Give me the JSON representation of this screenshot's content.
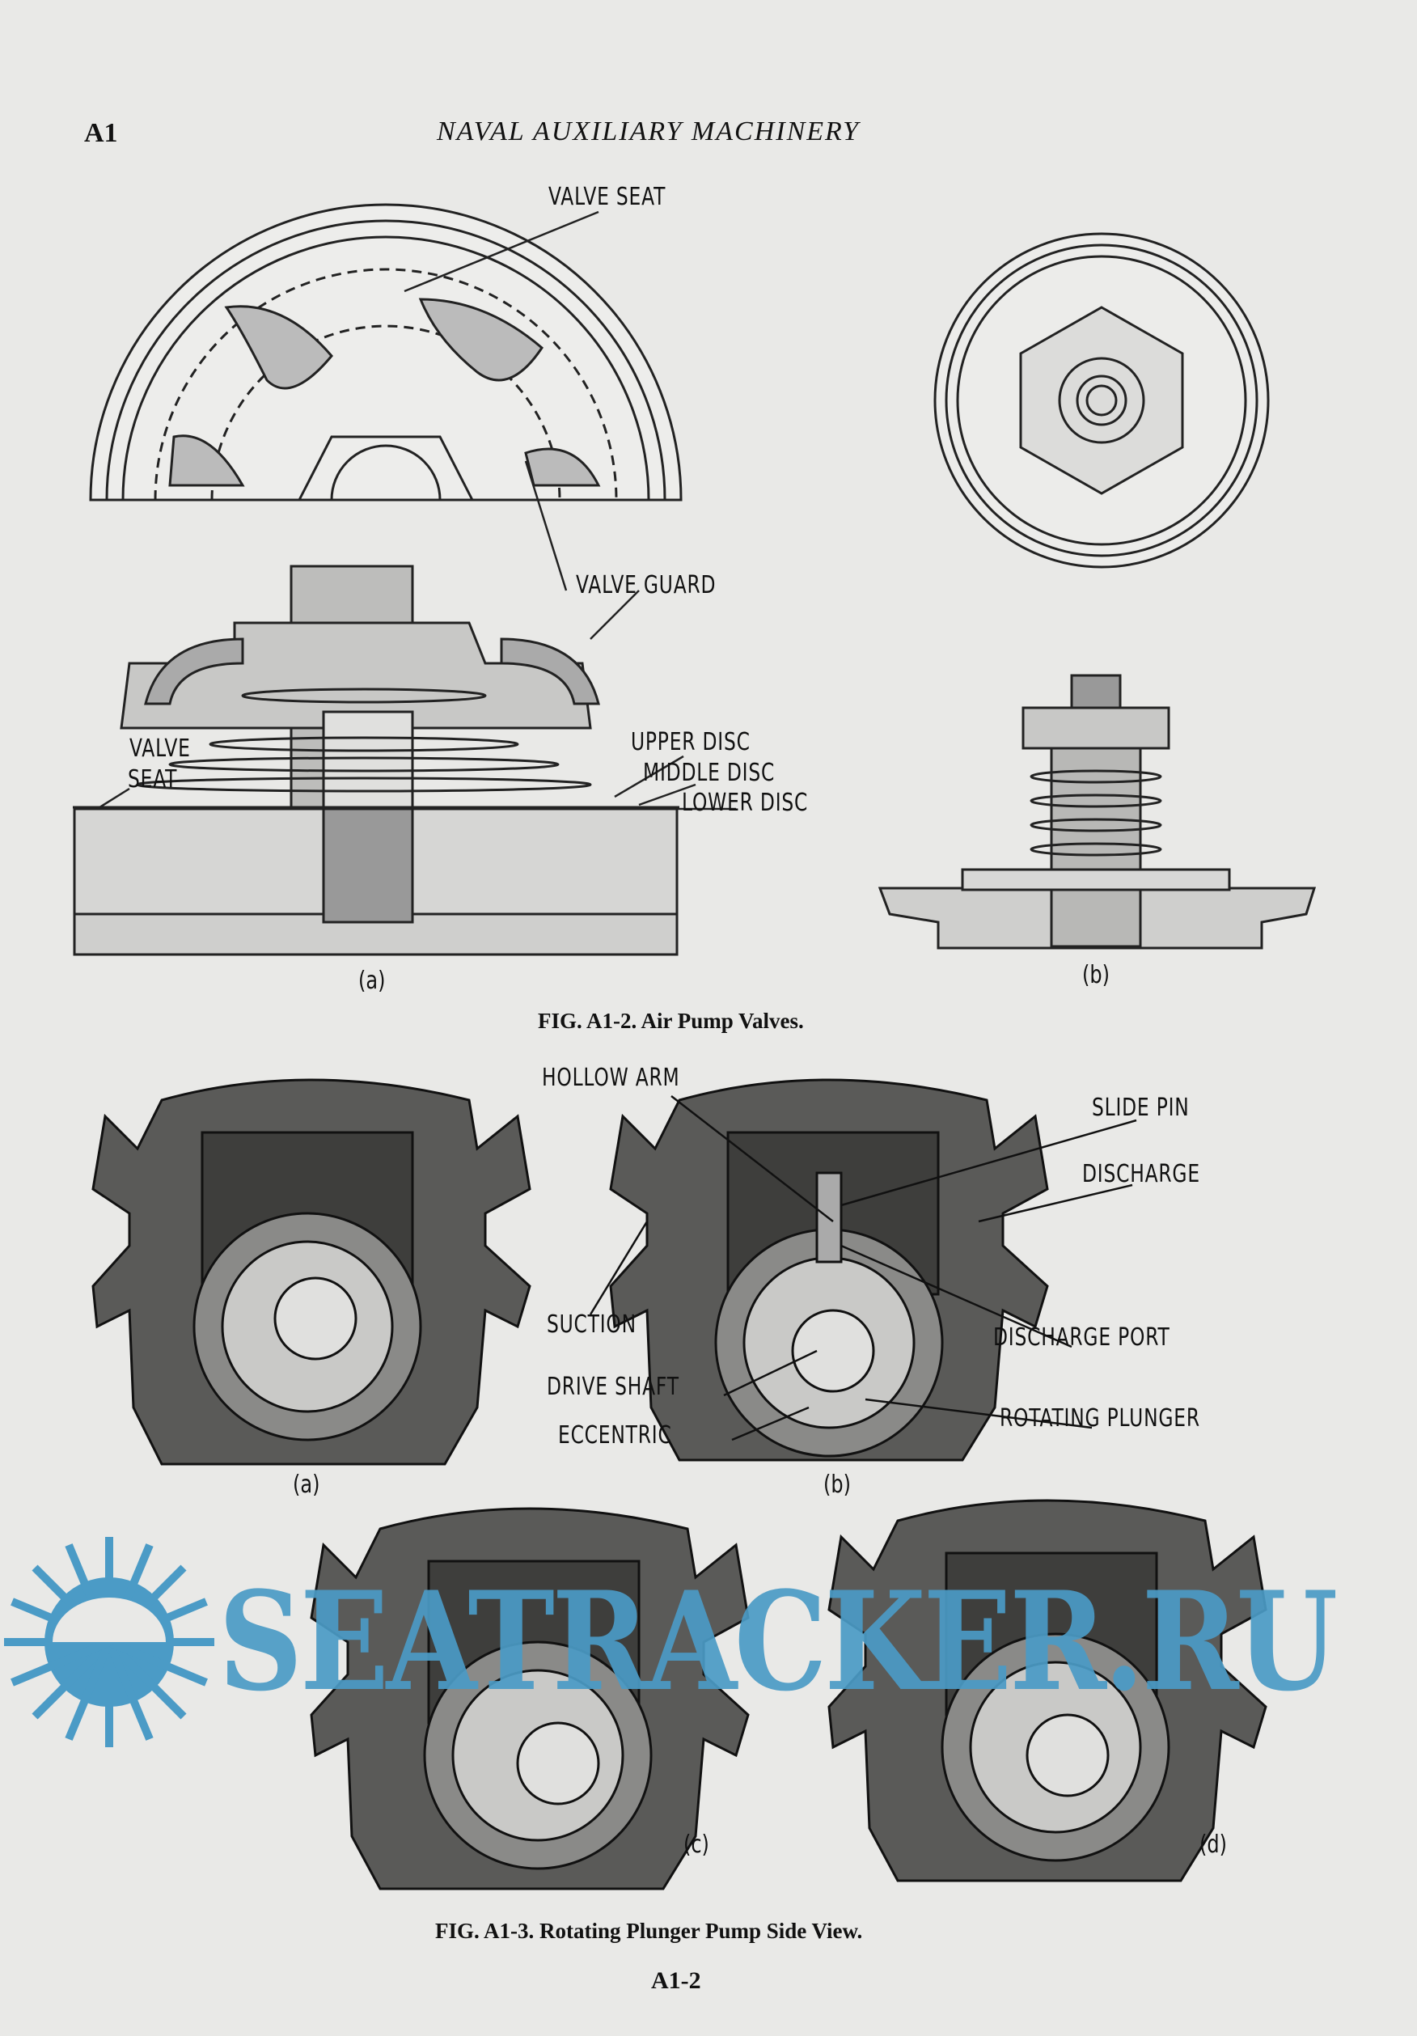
{
  "header": {
    "page_number": "A1",
    "running_title": "NAVAL AUXILIARY MACHINERY"
  },
  "figure_a1_2": {
    "labels": {
      "valve_seat_top": "VALVE SEAT",
      "valve_guard": "VALVE GUARD",
      "valve_seat_left_1": "VALVE",
      "valve_seat_left_2": "SEAT",
      "upper_disc": "UPPER DISC",
      "middle_disc": "MIDDLE DISC",
      "lower_disc": "LOWER DISC"
    },
    "sub_a": "(a)",
    "sub_b": "(b)",
    "caption": "FIG. A1-2. Air Pump Valves."
  },
  "figure_a1_3": {
    "labels": {
      "hollow_arm": "HOLLOW ARM",
      "slide_pin": "SLIDE PIN",
      "discharge": "DISCHARGE",
      "suction": "SUCTION",
      "discharge_port": "DISCHARGE PORT",
      "drive_shaft": "DRIVE SHAFT",
      "rotating_plunger": "ROTATING PLUNGER",
      "eccentric": "ECCENTRIC"
    },
    "sub_a": "(a)",
    "sub_b": "(b)",
    "sub_c": "(c)",
    "sub_d": "(d)",
    "caption": "FIG. A1-3. Rotating Plunger Pump Side View."
  },
  "footer": {
    "folio": "A1-2"
  },
  "watermark": {
    "text": "SEATRACKER.RU",
    "color": "#4b9bc6"
  }
}
